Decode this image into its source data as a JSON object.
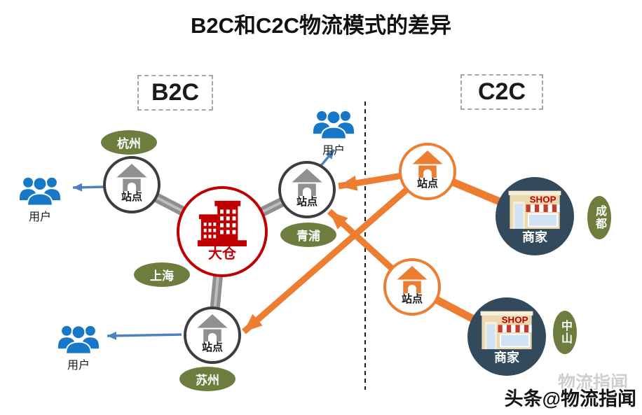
{
  "title": "B2C和C2C物流模式的差异",
  "sections": {
    "b2c_label": "B2C",
    "c2c_label": "C2C"
  },
  "b2c": {
    "warehouse": {
      "label": "大仓",
      "city": "上海"
    },
    "stations": [
      {
        "label": "站点",
        "city": "杭州"
      },
      {
        "label": "站点",
        "city": "青浦"
      },
      {
        "label": "站点",
        "city": "苏州"
      }
    ],
    "users": [
      {
        "label": "用户"
      },
      {
        "label": "用户"
      },
      {
        "label": "用户"
      }
    ]
  },
  "c2c": {
    "stations": [
      {
        "label": "站点"
      },
      {
        "label": "站点"
      }
    ],
    "merchants": [
      {
        "label": "商家",
        "sign": "SHOP",
        "city": "成都"
      },
      {
        "label": "商家",
        "sign": "SHOP",
        "city": "中山"
      }
    ]
  },
  "watermark": {
    "main": "头条@物流指闻",
    "ghost": "物流指闻"
  },
  "colors": {
    "warehouse_red": "#c00000",
    "pipe_gray": "#8f8f8f",
    "c2c_orange": "#ed7d31",
    "merchant_navy": "#33495c",
    "city_green": "#6e7c3e",
    "user_blue": "#1878c8",
    "arrow_blue": "#4f81bd"
  }
}
